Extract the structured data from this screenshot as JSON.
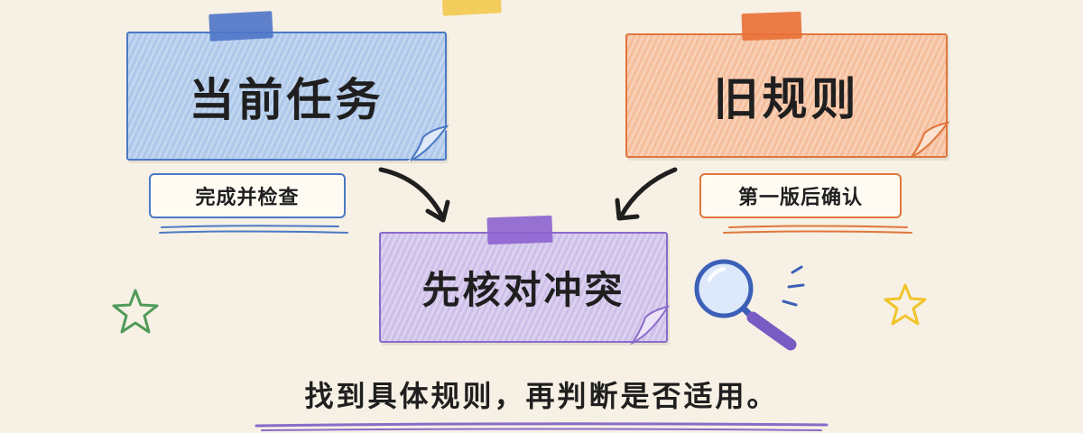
{
  "notes": {
    "current_task": "当前任务",
    "old_rules": "旧规则",
    "check_conflict": "先核对冲突"
  },
  "tags": {
    "current_task_tag": "完成并检查",
    "old_rules_tag": "第一版后确认"
  },
  "footer": {
    "text": "找到具体规则，再判断是否适用。"
  },
  "colors": {
    "background": "#f7f0e4",
    "blue": "#4b79c4",
    "orange": "#e0763c",
    "purple": "#8a6bc9",
    "green_star": "#4f9a58",
    "yellow_star": "#f0c52c"
  },
  "icons": [
    "magnifier-icon",
    "star-icon",
    "arrow-icon"
  ]
}
